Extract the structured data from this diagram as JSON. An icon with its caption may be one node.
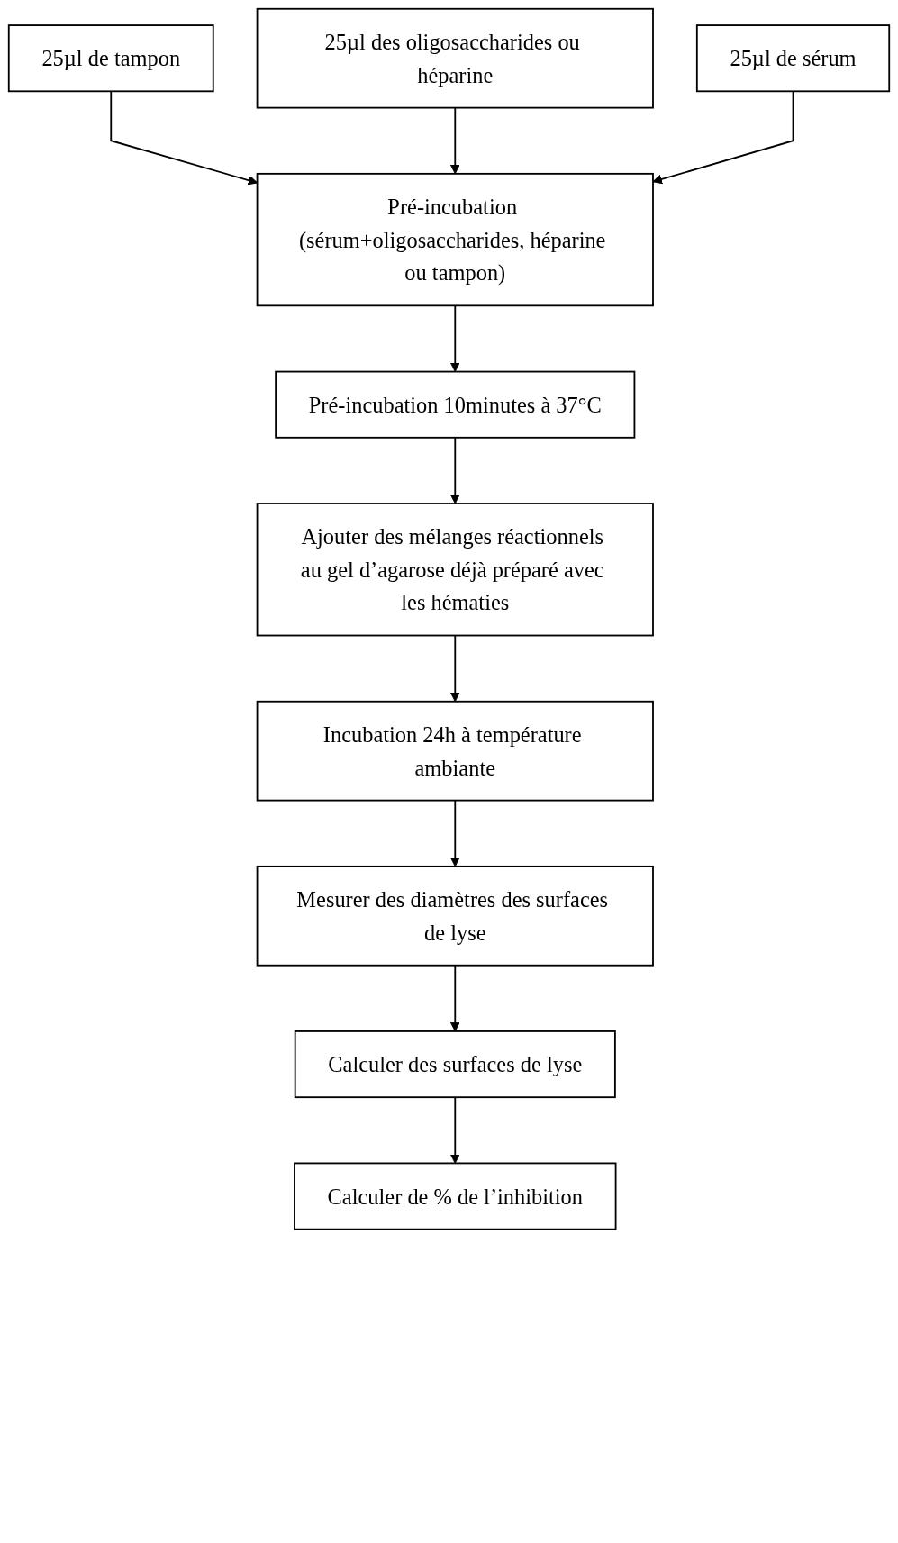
{
  "diagram": {
    "nodes": [
      {
        "text": [
          "25µl de tampon"
        ]
      },
      {
        "text": [
          "25µl des oligosaccharides ou héparine"
        ]
      },
      {
        "text": [
          "25µl de sérum"
        ]
      },
      {
        "text": [
          "Pré-incubation (sérum+oligosaccharides, héparine ou tampon)"
        ]
      },
      {
        "text": [
          "Pré-incubation 10minutes à 37°C"
        ]
      },
      {
        "text": [
          "Ajouter des mélanges réactionnels au gel d’agarose déjà préparé avec les hématies"
        ]
      },
      {
        "text": [
          "Incubation 24h à température ambiante"
        ]
      },
      {
        "text": [
          "Mesurer des diamètres des surfaces de lyse"
        ]
      },
      {
        "text": [
          "Calculer des surfaces de lyse"
        ]
      },
      {
        "text": [
          "Calculer de % de l’inhibition"
        ]
      }
    ],
    "edges": [
      {
        "from": 0,
        "to": 3,
        "arrow": "to"
      },
      {
        "from": 1,
        "to": 3,
        "arrow": "to"
      },
      {
        "from": 2,
        "to": 3,
        "arrow": "to"
      },
      {
        "from": 3,
        "to": 4,
        "arrow": "to"
      },
      {
        "from": 4,
        "to": 5,
        "arrow": "to"
      },
      {
        "from": 5,
        "to": 6,
        "arrow": "to"
      },
      {
        "from": 6,
        "to": 7,
        "arrow": "to"
      },
      {
        "from": 7,
        "to": 8,
        "arrow": "to"
      },
      {
        "from": 8,
        "to": 9,
        "arrow": "to"
      }
    ]
  }
}
